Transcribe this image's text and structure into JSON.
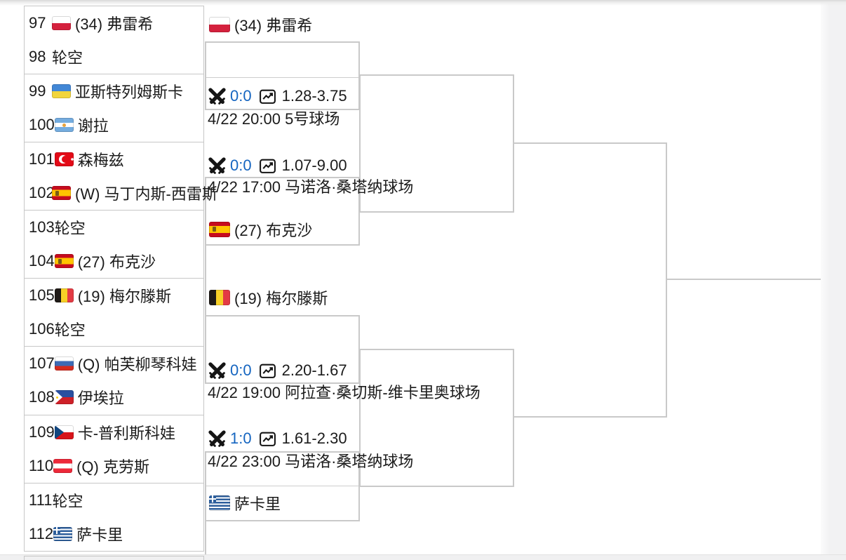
{
  "colors": {
    "score_blue": "#1565c0",
    "line_gray": "#c9c9c9"
  },
  "icons": {
    "match_icon": "crossed-swords",
    "odds_icon": "trend-chart"
  },
  "left_list": {
    "rows": [
      {
        "num": "97",
        "flag": "poland",
        "name": "(34) 弗雷希"
      },
      {
        "num": "98",
        "flag": "none",
        "name": "轮空"
      },
      {
        "num": "99",
        "flag": "ukraine",
        "name": "亚斯特列姆斯卡"
      },
      {
        "num": "100",
        "flag": "argentina",
        "name": "谢拉"
      },
      {
        "num": "101",
        "flag": "turkey",
        "name": "森梅兹"
      },
      {
        "num": "102",
        "flag": "spain",
        "name": "(W) 马丁内斯-西雷斯"
      },
      {
        "num": "103",
        "flag": "none",
        "name": "轮空"
      },
      {
        "num": "104",
        "flag": "spain",
        "name": "(27) 布克沙"
      },
      {
        "num": "105",
        "flag": "belgium",
        "name": "(19) 梅尔滕斯"
      },
      {
        "num": "106",
        "flag": "none",
        "name": "轮空"
      },
      {
        "num": "107",
        "flag": "russia",
        "name": "(Q) 帕芙柳琴科娃"
      },
      {
        "num": "108",
        "flag": "philippines",
        "name": "伊埃拉"
      },
      {
        "num": "109",
        "flag": "czech",
        "name": "卡-普利斯科娃"
      },
      {
        "num": "110",
        "flag": "austria",
        "name": "(Q) 克劳斯"
      },
      {
        "num": "111",
        "flag": "none",
        "name": "轮空"
      },
      {
        "num": "112",
        "flag": "greece",
        "name": "萨卡里"
      }
    ]
  },
  "round2_col": {
    "advancers": [
      {
        "flag": "poland",
        "name": "(34) 弗雷希"
      },
      {
        "flag": "spain",
        "name": "(27) 布克沙"
      },
      {
        "flag": "belgium",
        "name": "(19) 梅尔滕斯"
      },
      {
        "flag": "greece",
        "name": "萨卡里"
      }
    ],
    "matches": [
      {
        "score": "0:0",
        "odds": "1.28-3.75",
        "time_venue": "4/22 20:00 5号球场"
      },
      {
        "score": "0:0",
        "odds": "1.07-9.00",
        "time_venue": "4/22 17:00 马诺洛·桑塔纳球场"
      },
      {
        "score": "0:0",
        "odds": "2.20-1.67",
        "time_venue": "4/22 19:00 阿拉查·桑切斯-维卡里奥球场"
      },
      {
        "score": "1:0",
        "odds": "1.61-2.30",
        "time_venue": "4/22 23:00 马诺洛·桑塔纳球场"
      }
    ]
  }
}
